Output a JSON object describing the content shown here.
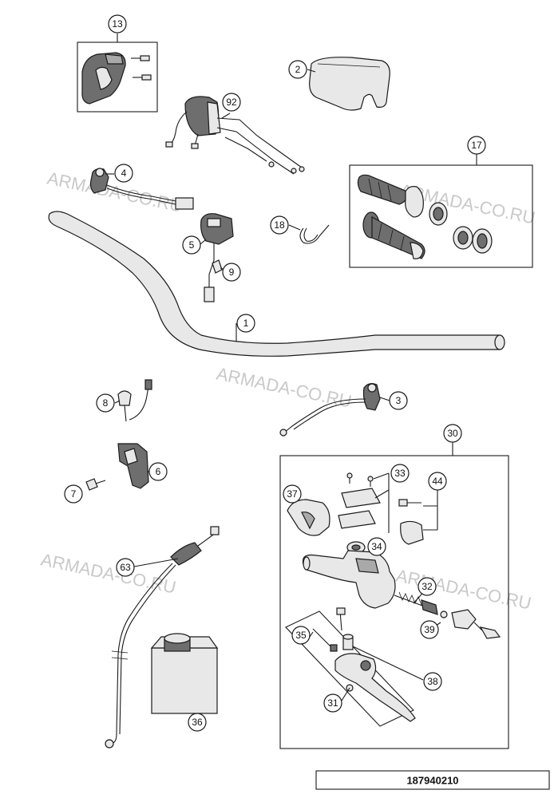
{
  "drawing_number": "187940210",
  "watermark": "ARMADA-CO.RU",
  "callouts": [
    "13",
    "2",
    "92",
    "4",
    "17",
    "18",
    "5",
    "9",
    "1",
    "8",
    "3",
    "30",
    "6",
    "7",
    "33",
    "44",
    "37",
    "34",
    "63",
    "32",
    "39",
    "35",
    "38",
    "31",
    "36"
  ],
  "colors": {
    "line": "#1a1a1a",
    "part_fill": "#e8e8e8",
    "part_dark": "#6e6e6e",
    "watermark": "#c9c9c9"
  }
}
